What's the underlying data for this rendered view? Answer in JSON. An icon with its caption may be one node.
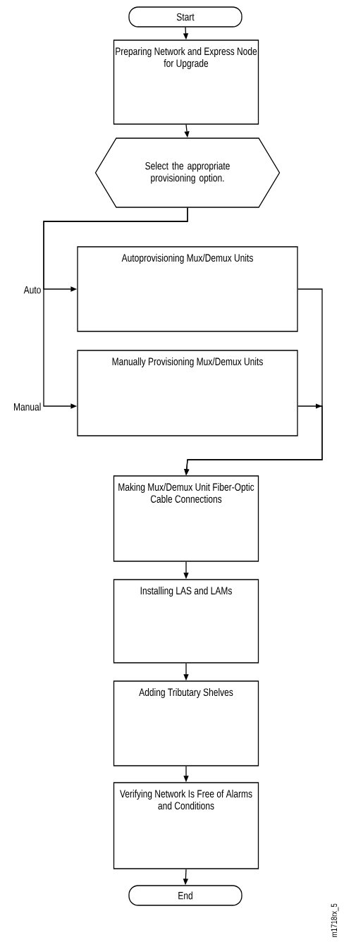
{
  "diagram": {
    "nodes": [
      {
        "text": [
          "Start"
        ]
      },
      {
        "text": [
          "Preparing Network and Express Node for Upgrade"
        ]
      },
      {
        "text": [
          "Select the appropriate provisioning option."
        ]
      },
      {
        "text": [
          "Autoprovisioning Mux/Demux Units"
        ]
      },
      {
        "text": [
          "Manually Provisioning Mux/Demux Units"
        ]
      },
      {
        "text": [
          "Making Mux/Demux Unit Fiber-Optic Cable Connections"
        ]
      },
      {
        "text": [
          "Installing LAS and LAMs"
        ]
      },
      {
        "text": [
          "Adding Tributary Shelves"
        ]
      },
      {
        "text": [
          "Verifying Network Is Free of Alarms and Conditions"
        ]
      },
      {
        "text": [
          "End"
        ]
      }
    ],
    "edges": [
      {
        "from": 0,
        "to": 1,
        "arrow": "to"
      },
      {
        "from": 1,
        "to": 2,
        "arrow": "to"
      },
      {
        "from": 2,
        "to": 3,
        "arrow": "to",
        "label": "Auto"
      },
      {
        "from": 2,
        "to": 4,
        "arrow": "to",
        "label": "Manual"
      },
      {
        "from": 3,
        "to": 5,
        "arrow": "to"
      },
      {
        "from": 4,
        "to": 5,
        "arrow": "to"
      },
      {
        "from": 5,
        "to": 6,
        "arrow": "to"
      },
      {
        "from": 6,
        "to": 7,
        "arrow": "to"
      },
      {
        "from": 7,
        "to": 8,
        "arrow": "to"
      },
      {
        "from": 8,
        "to": 9,
        "arrow": "to"
      }
    ],
    "labels": [
      "m1718rx_5"
    ]
  }
}
